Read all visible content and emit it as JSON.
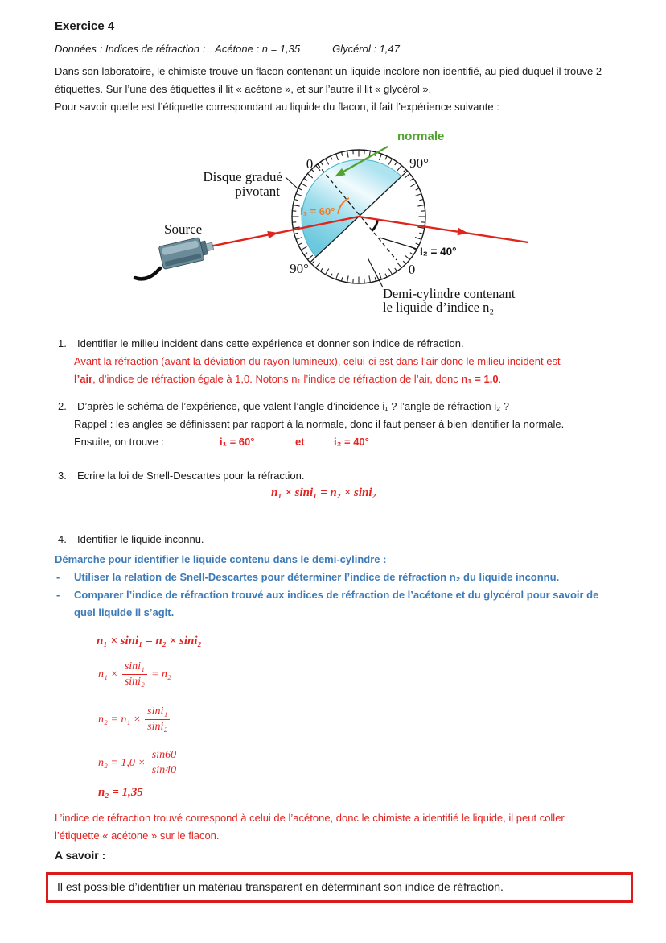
{
  "document": {
    "title": "Exercice 4",
    "donnees": {
      "prefix": "Données : Indices de réfraction :",
      "acetone": "Acétone : n = 1,35",
      "glycerol": "Glycérol : 1,47"
    },
    "intro": {
      "p1_line1": "Dans son laboratoire, le chimiste trouve un flacon contenant un liquide incolore non identifié, au pied duquel il trouve 2",
      "p1_line2": "étiquettes. Sur l’une des étiquettes il lit « acétone », et sur l’autre il lit « glycérol ».",
      "p2": "Pour savoir quelle est l’étiquette correspondant au liquide du flacon, il fait l’expérience suivante :"
    }
  },
  "diagram": {
    "normale_label": "normale",
    "disque_label_line1": "Disque gradué",
    "disque_label_line2": "pivotant",
    "source_label": "Source",
    "angle_incidence_label": "i₁ = 60°",
    "angle_refraction_label": "I₂ = 40°",
    "scale_top_left": "0",
    "scale_top_right": "90°",
    "scale_bottom_left": "90°",
    "scale_bottom_right": "0",
    "demi_label_line1": "Demi-cylindre contenant",
    "demi_label_line2": "le liquide d’indice n₂"
  },
  "questions": {
    "q1": {
      "number": "1.",
      "text": "Identifier le milieu incident dans cette expérience et donner son indice de réfraction.",
      "answer_line1": "Avant la réfraction (avant la déviation du rayon lumineux), celui-ci est dans l’air donc le milieu incident est",
      "answer_line2_bold1": "l’air",
      "answer_line2_mid": ", d’indice de réfraction égale à 1,0. Notons n₁ l’indice de réfraction de l’air, donc ",
      "answer_line2_bold2": "n₁ = 1,0",
      "answer_line2_end": "."
    },
    "q2": {
      "number": "2.",
      "text": "D’après le schéma de l’expérience, que valent l’angle d’incidence i₁ ? l’angle de réfraction i₂ ?",
      "rappel": "Rappel : les angles se définissent par rapport à la normale, donc il faut penser à bien identifier la normale.",
      "ensuite_label": "Ensuite, on trouve :",
      "i1_value": "i₁ = 60°",
      "et": "et",
      "i2_value": "i₂ = 40°"
    },
    "q3": {
      "number": "3.",
      "text": "Ecrire la loi de Snell-Descartes pour la réfraction.",
      "formula": "n₁ × sini₁ = n₂ × sini₂"
    },
    "q4": {
      "number": "4.",
      "text": "Identifier le liquide inconnu.",
      "demarche_heading": "Démarche pour identifier le liquide contenu dans le demi-cylindre :",
      "dash": "-",
      "bullet1": "Utiliser la relation de Snell-Descartes pour déterminer l’indice de réfraction n₂ du liquide inconnu.",
      "bullet2_line1": "Comparer l’indice de réfraction trouvé aux indices de réfraction de l’acétone et du glycérol pour savoir de",
      "bullet2_line2": "quel liquide il s’agit."
    }
  },
  "calculation": {
    "step1": "n₁ × sini₁ = n₂ × sini₂",
    "step2": {
      "left": "n₁ ×",
      "num": "sini₁",
      "den": "sini₂",
      "right": "= n₂"
    },
    "step3": {
      "left": "n₂ = n₁ ×",
      "num": "sini₁",
      "den": "sini₂"
    },
    "step4": {
      "left": "n₂ = 1,0 ×",
      "num": "sin60",
      "den": "sin40"
    },
    "step5": "n₂ = 1,35"
  },
  "conclusion": {
    "line1": "L’indice de réfraction trouvé correspond à celui de l’acétone, donc le chimiste a identifié le liquide, il peut coller",
    "line2": "l’étiquette « acétone » sur le flacon."
  },
  "a_savoir": {
    "label": "A savoir :"
  },
  "takeaway_box": {
    "text": "Il est possible d’identifier un matériau transparent en déterminant son indice de réfraction."
  },
  "colors": {
    "red_text": "#e42320",
    "blue_text": "#3c7ab8",
    "green_normale": "#54a231",
    "orange_angle": "#ed7c27",
    "ray_red": "#e0241c",
    "box_border_red": "#dd1a1a",
    "liquid_blue": "#8fd9ea"
  }
}
